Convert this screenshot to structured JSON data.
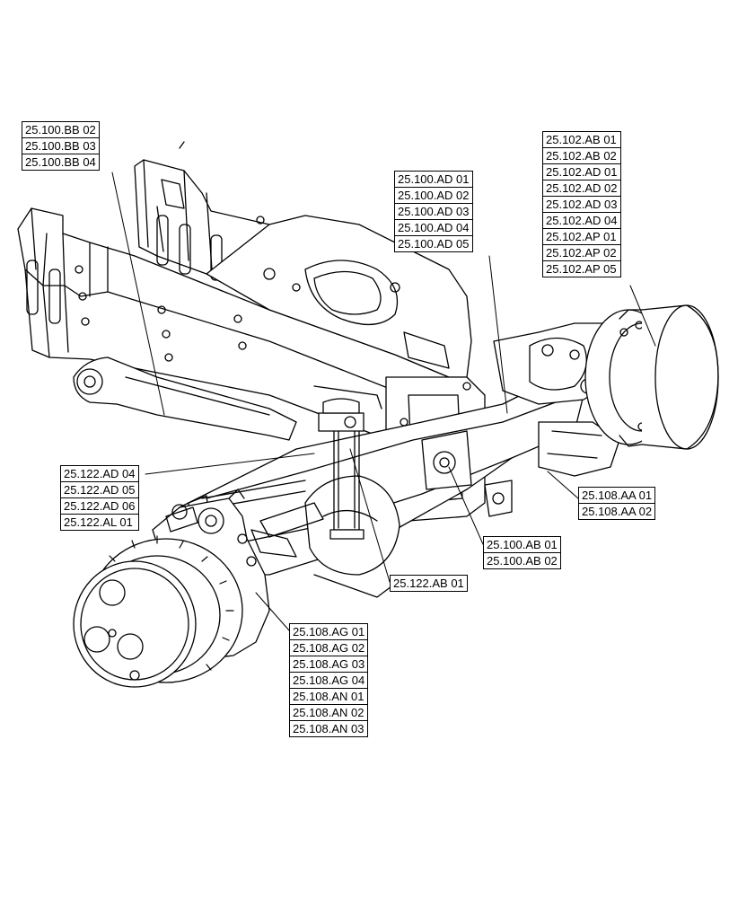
{
  "callout_groups": [
    {
      "id": "group-bb",
      "refs": [
        "25.100.BB 02",
        "25.100.BB 03",
        "25.100.BB 04"
      ]
    },
    {
      "id": "group-ad",
      "refs": [
        "25.100.AD 01",
        "25.100.AD 02",
        "25.100.AD 03",
        "25.100.AD 04",
        "25.100.AD 05"
      ]
    },
    {
      "id": "group-ab",
      "refs": [
        "25.102.AB 01",
        "25.102.AB 02",
        "25.102.AD 01",
        "25.102.AD 02",
        "25.102.AD 03",
        "25.102.AD 04",
        "25.102.AP 01",
        "25.102.AP 02",
        "25.102.AP 05"
      ]
    },
    {
      "id": "group-122",
      "refs": [
        "25.122.AD 04",
        "25.122.AD 05",
        "25.122.AD 06",
        "25.122.AL 01"
      ]
    },
    {
      "id": "group-aa",
      "refs": [
        "25.108.AA 01",
        "25.108.AA 02"
      ]
    },
    {
      "id": "group-100ab",
      "refs": [
        "25.100.AB 01",
        "25.100.AB 02"
      ]
    },
    {
      "id": "group-122ab",
      "refs": [
        "25.122.AB 01"
      ]
    },
    {
      "id": "group-108",
      "refs": [
        "25.108.AG 01",
        "25.108.AG 02",
        "25.108.AG 03",
        "25.108.AG 04",
        "25.108.AN 01",
        "25.108.AN 02",
        "25.108.AN 03"
      ]
    }
  ],
  "colors": {
    "line": "#000000",
    "background": "#ffffff"
  }
}
